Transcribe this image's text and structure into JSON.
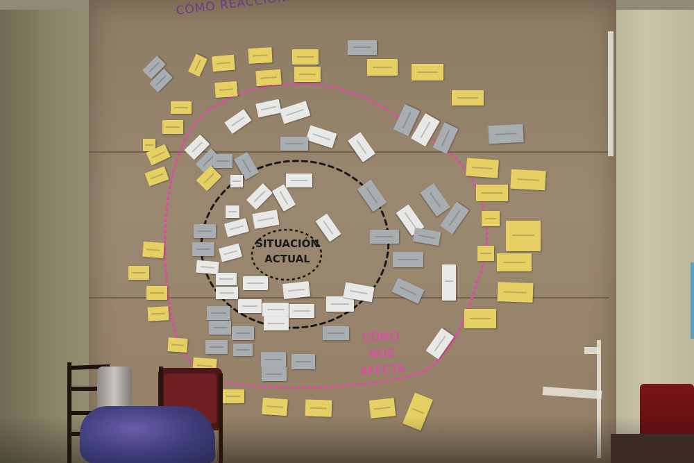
{
  "photo": {
    "title": "CÓMO REACCIONAMOS",
    "center_label": [
      "SITUACIÓN",
      "ACTUAL"
    ],
    "pink_label": [
      "CÓMO",
      "NOS AFECTA"
    ]
  },
  "colors": {
    "kraft_paper": "#947f66",
    "title_ink": "#6e3a86",
    "pink_marker": "#ef3fb0",
    "yellow_card": "#e6cf63",
    "gray_card": "#a7adb1",
    "white_card": "#e8e8e6"
  }
}
